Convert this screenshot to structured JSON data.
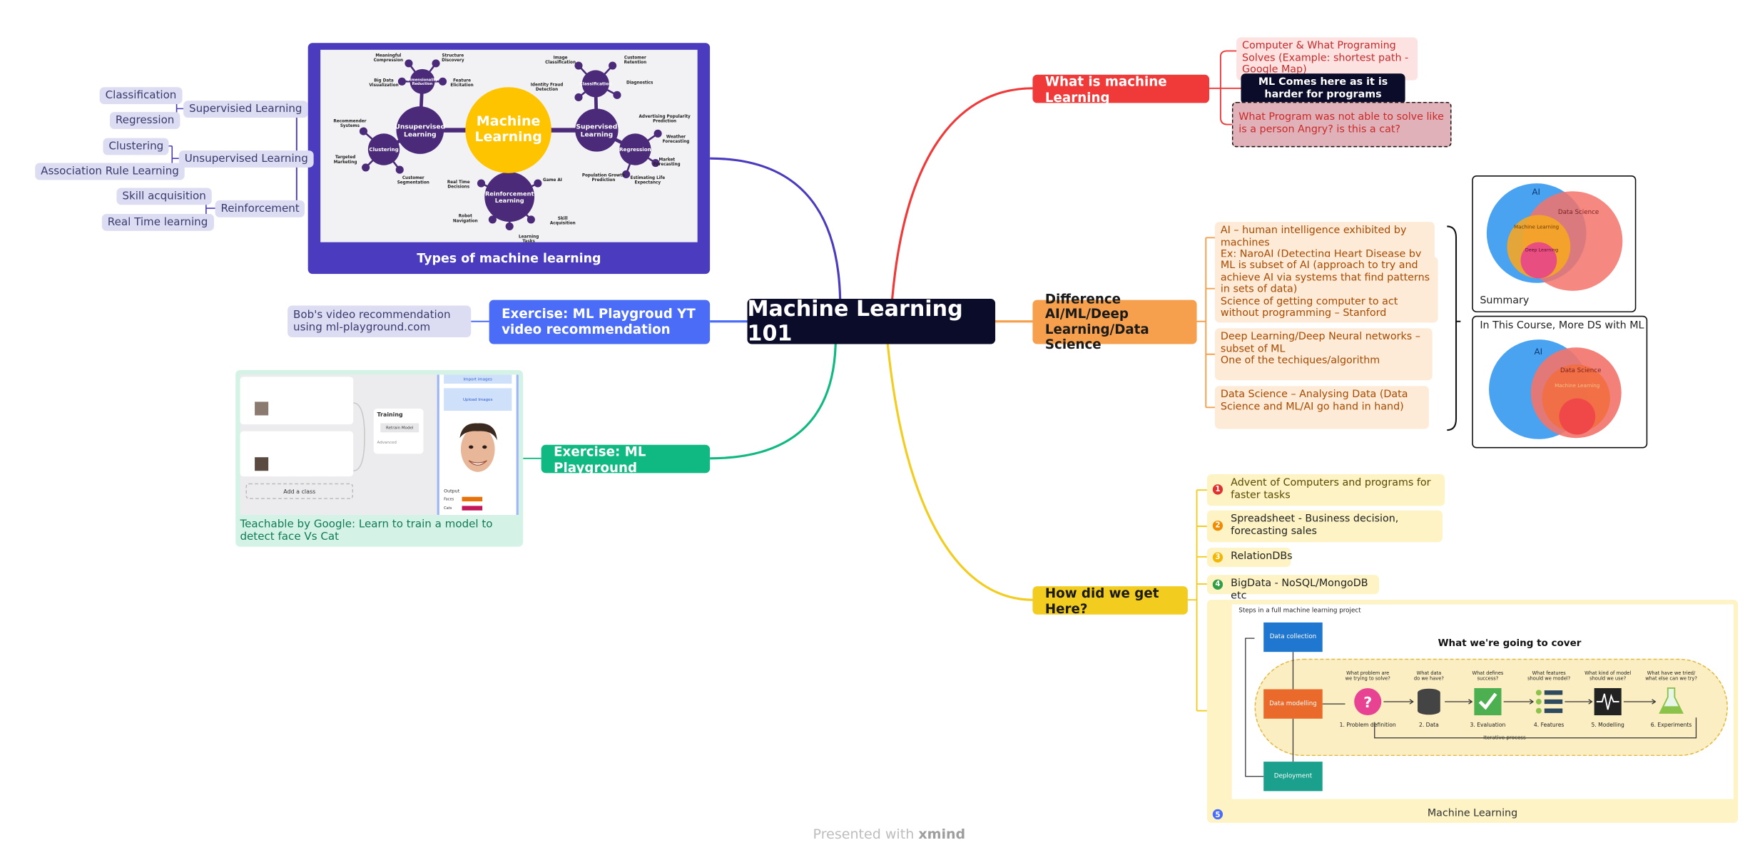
{
  "central": "Machine Learning 101",
  "colors": {
    "central": "#0b0b2a",
    "red": "#f03a3a",
    "blue_main": "#4a6cf7",
    "purple": "#4a3bbf",
    "green": "#10b981",
    "orange": "#f6a04d",
    "yellow": "#f2cc1f"
  },
  "left": {
    "types": {
      "caption": "Types of machine learning",
      "image": {
        "center": [
          "Machine",
          "Learning"
        ],
        "hubs": [
          {
            "id": "unsup",
            "label": [
              "Unsupervised",
              "Learning"
            ]
          },
          {
            "id": "sup",
            "label": [
              "Supervised",
              "Learning"
            ]
          },
          {
            "id": "rein",
            "label": [
              "Reinforcement",
              "Learning"
            ]
          },
          {
            "id": "dim",
            "label": [
              "Dimensionality",
              "Reduction"
            ]
          },
          {
            "id": "clus",
            "label": [
              "Clustering"
            ]
          },
          {
            "id": "cls",
            "label": [
              "Classification"
            ]
          },
          {
            "id": "reg",
            "label": [
              "Regression"
            ]
          }
        ],
        "labels": [
          "Meaningful Compression",
          "Structure Discovery",
          "Big Data Visualization",
          "Feature Elicitation",
          "Recommender Systems",
          "Targeted Marketing",
          "Customer Segmentation",
          "Image Classification",
          "Customer Retention",
          "Identity Fraud Detection",
          "Diagnostics",
          "Advertising Popularity Prediction",
          "Weather Forecasting",
          "Market Forecasting",
          "Population Growth Prediction",
          "Estimating Life Expectancy",
          "Real Time Decisions",
          "Game AI",
          "Robot Navigation",
          "Skill Acquisition",
          "Learning Tasks"
        ]
      },
      "groups": [
        {
          "label": "Supervisied Learning",
          "leaves": [
            "Classification",
            "Regression"
          ]
        },
        {
          "label": "Unsupervised Learning",
          "leaves": [
            "Clustering",
            "Association Rule Learning"
          ]
        },
        {
          "label": "Reinforcement",
          "leaves": [
            "Skill acquisition",
            "Real Time learning"
          ]
        }
      ]
    },
    "exercise_yt": {
      "label": "Exercise: ML Playgroud YT video recommendation",
      "note": "Bob's video recommendation using ml-playground.com"
    },
    "exercise_pg": {
      "label": "Exercise: ML Playground",
      "caption": "Teachable by Google: Learn to train a model to detect face Vs Cat",
      "shot": {
        "training": "Training",
        "train_btn": "Retrain Model",
        "advanced": "Advanced",
        "add_class": "Add a class",
        "output": "Output",
        "import": "Import images",
        "upload": "Upload Images",
        "row1": "Faces",
        "row2": "Cats"
      }
    }
  },
  "right": {
    "what_is": {
      "label": "What is machine Learning",
      "items": [
        "Computer & What Programing Solves (Example: shortest path - Google Map)",
        "ML Comes here as it is harder for programs",
        "What Program was not able to solve like is a person Angry? is this a cat?"
      ]
    },
    "difference": {
      "label": "Difference AI/ML/Deep Learning/Data Science",
      "items": [
        [
          "AI – human intelligence exhibited by machines",
          "Ex: NaroAI (Detecting Heart Disease by Images)"
        ],
        [
          "ML is subset of AI (approach to try and achieve AI via systems that find patterns in sets of data)",
          "Science of getting computer to act without programming – Stanford"
        ],
        [
          "Deep Learning/Deep Neural networks – subset of ML",
          "One of the techiques/algorithm"
        ],
        [
          "Data Science – Analysing Data (Data Science and ML/AI go hand in hand)"
        ]
      ],
      "summary": {
        "caption": "Summary",
        "ai": "AI",
        "ds": "Data Science",
        "ml": "Machine Learning",
        "dl": "Deep Learning"
      },
      "course": {
        "caption": "In This Course, More DS with ML",
        "ai": "AI",
        "ds": "Data Science",
        "ml": "Machine Learning"
      }
    },
    "how": {
      "label": "How did we get Here?",
      "items": [
        {
          "n": "1",
          "text": "Advent of Computers and programs for faster tasks",
          "color": "#e03131"
        },
        {
          "n": "2",
          "text": "Spreadsheet - Business decision, forecasting sales",
          "color": "#f08c00"
        },
        {
          "n": "3",
          "text": "RelationDBs",
          "color": "#f2b705"
        },
        {
          "n": "4",
          "text": "BigData - NoSQL/MongoDB etc",
          "color": "#2f9e44"
        }
      ],
      "ml_card": {
        "n": "5",
        "caption": "Machine Learning",
        "steps_title": "Steps in a full machine learning project",
        "cover_title": "What we're going to cover",
        "data_collection": "Data collection",
        "data_modelling": "Data modelling",
        "deployment": "Deployment",
        "iterative": "Iterative process",
        "steps": [
          {
            "q": [
              "What problem are",
              "we trying to solve?"
            ],
            "label": "1. Problem definition"
          },
          {
            "q": [
              "What data",
              "do we have?"
            ],
            "label": "2. Data"
          },
          {
            "q": [
              "What defines",
              "success?"
            ],
            "label": "3. Evaluation"
          },
          {
            "q": [
              "What features",
              "should we model?"
            ],
            "label": "4. Features"
          },
          {
            "q": [
              "What kind of model",
              "should we use?"
            ],
            "label": "5. Modelling"
          },
          {
            "q": [
              "What have we tried/",
              "what else can we try?"
            ],
            "label": "6. Experiments"
          }
        ]
      }
    }
  },
  "footer": {
    "prefix": "Presented with",
    "brand": "xmind"
  }
}
